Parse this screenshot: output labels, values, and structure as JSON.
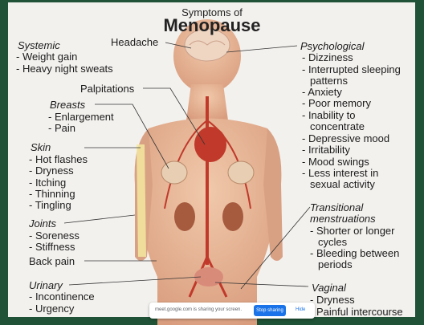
{
  "title": {
    "top": "Symptoms of",
    "main": "Menopause"
  },
  "labels": {
    "headache": "Headache",
    "palpitations": "Palpitations",
    "back_pain": "Back pain"
  },
  "systemic": {
    "heading": "Systemic",
    "items": [
      "- Weight gain",
      "- Heavy night sweats"
    ]
  },
  "breasts": {
    "heading": "Breasts",
    "items": [
      "- Enlargement",
      "- Pain"
    ]
  },
  "skin": {
    "heading": "Skin",
    "items": [
      "- Hot flashes",
      "- Dryness",
      "- Itching",
      "- Thinning",
      "- Tingling"
    ]
  },
  "joints": {
    "heading": "Joints",
    "items": [
      "- Soreness",
      "- Stiffness"
    ]
  },
  "urinary": {
    "heading": "Urinary",
    "items": [
      "- Incontinence",
      "- Urgency"
    ]
  },
  "psychological": {
    "heading": "Psychological",
    "items": [
      "- Dizziness",
      "- Interrupted sleeping",
      "patterns",
      "- Anxiety",
      "- Poor memory",
      "- Inability to",
      "concentrate",
      "- Depressive mood",
      "- Irritability",
      "- Mood swings",
      "- Less interest in",
      "sexual activity"
    ]
  },
  "transitional": {
    "heading_1": "Transitional",
    "heading_2": "menstruations",
    "items": [
      "- Shorter or longer",
      "cycles",
      "- Bleeding between",
      "periods"
    ]
  },
  "vaginal": {
    "heading": "Vaginal",
    "items": [
      "- Dryness",
      "- Painful intercourse"
    ]
  },
  "share_bar": {
    "message": "meet.google.com is sharing your screen.",
    "stop_label": "Stop sharing",
    "hide_label": "Hide"
  },
  "colors": {
    "frame": "#1f5236",
    "panel": "#f3f1ee",
    "skin": "#e7b89a",
    "vessel": "#c0392b",
    "button": "#1a73e8"
  }
}
